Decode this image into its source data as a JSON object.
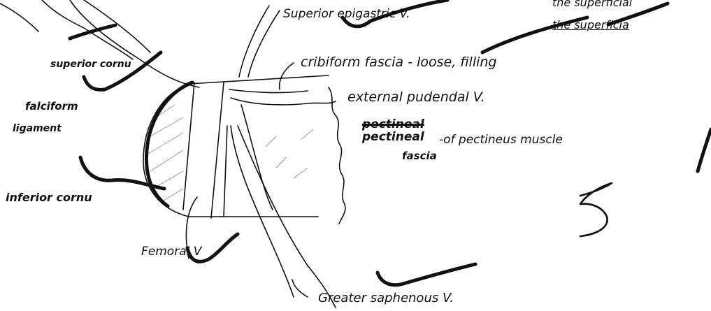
{
  "labels": {
    "superior_epigastric": "Superior epigastric V.",
    "top_right_1": "the superficial",
    "top_right_2": "the superficia",
    "superior_cornu": "superior cornu",
    "cribiform_fascia": "cribiform fascia - loose, filling",
    "falciform_1": "falciform",
    "falciform_2": "ligament",
    "external_pudendal": "external pudendal V.",
    "pectineal_struck": "pectineal",
    "pectineal_word": "pectineal",
    "pectineus_muscle": "-of pectineus muscle",
    "fascia": "fascia",
    "inferior_cornu": "inferior cornu",
    "femoral_v": "Femoral V",
    "greater_saphenous": "Greater saphenous V.",
    "grade_mark": "5"
  }
}
